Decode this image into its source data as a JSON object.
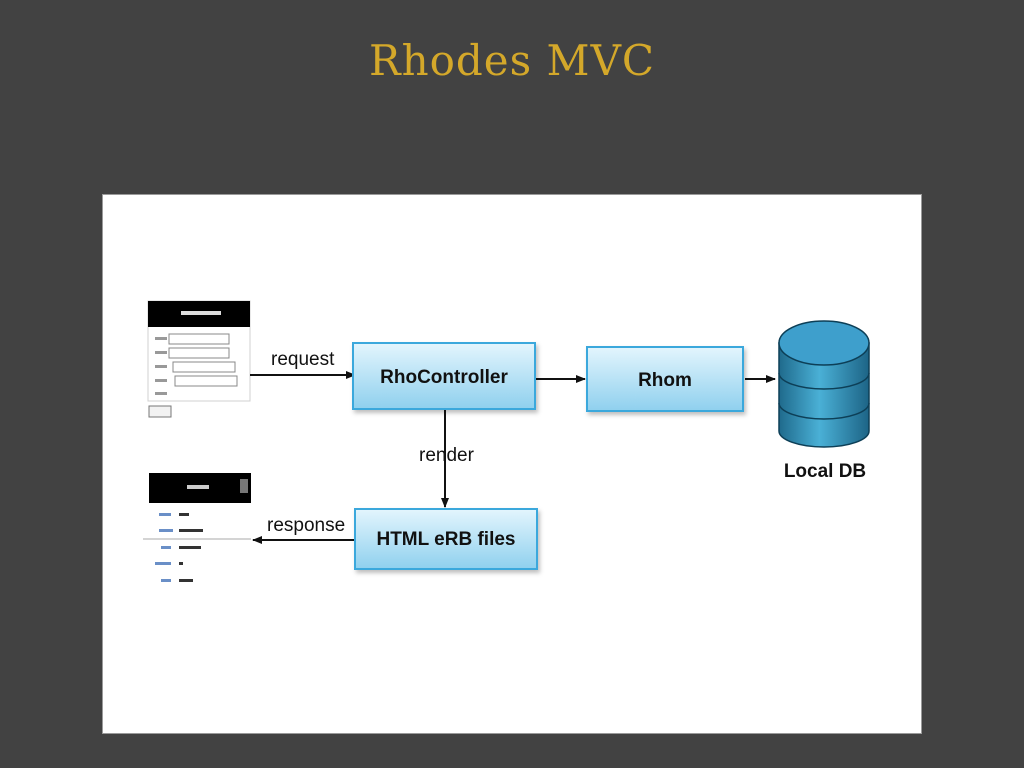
{
  "slide": {
    "title": "Rhodes MVC"
  },
  "diagram": {
    "nodes": {
      "controller": "RhoController",
      "rhom": "Rhom",
      "html": "HTML eRB files",
      "db": "Local DB"
    },
    "edges": {
      "request": "request",
      "render": "render",
      "response": "response"
    }
  },
  "colors": {
    "title": "#d4a82a",
    "box_fill": "#bfe6f8",
    "box_stroke": "#3aa8dc",
    "db_fill": "#2f7fa3",
    "background": "#424242"
  }
}
